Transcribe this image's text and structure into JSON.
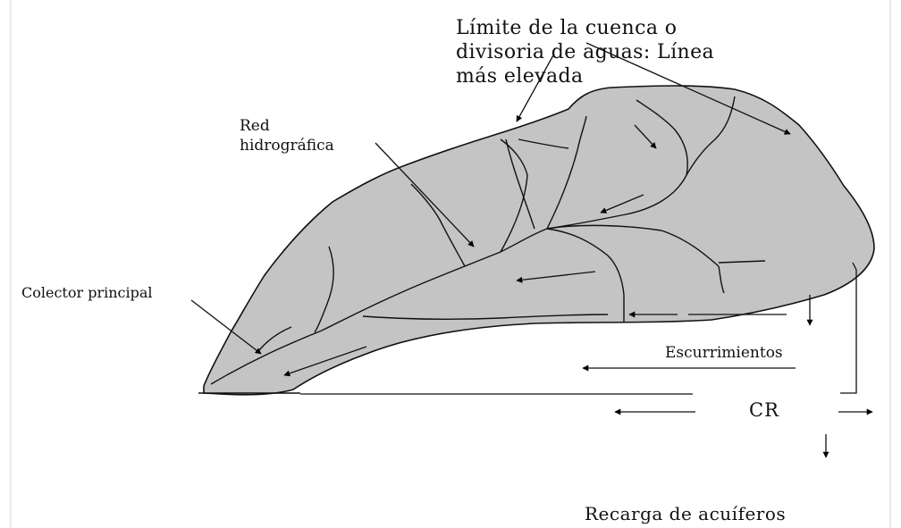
{
  "diagram": {
    "labels": {
      "divide_line1": "Límite de la cuenca o",
      "divide_line2": "divisoria de aguas: Línea",
      "divide_line3": "más elevada",
      "red_line1": "Red",
      "red_line2": "hidrográfica",
      "colector": "Colector principal",
      "escurrimientos": "Escurrimientos",
      "cr": "CR",
      "recarga": "Recarga de acuíferos"
    },
    "colors": {
      "basin_fill": "#c4c4c4",
      "stroke": "#111111",
      "background": "#ffffff"
    }
  }
}
